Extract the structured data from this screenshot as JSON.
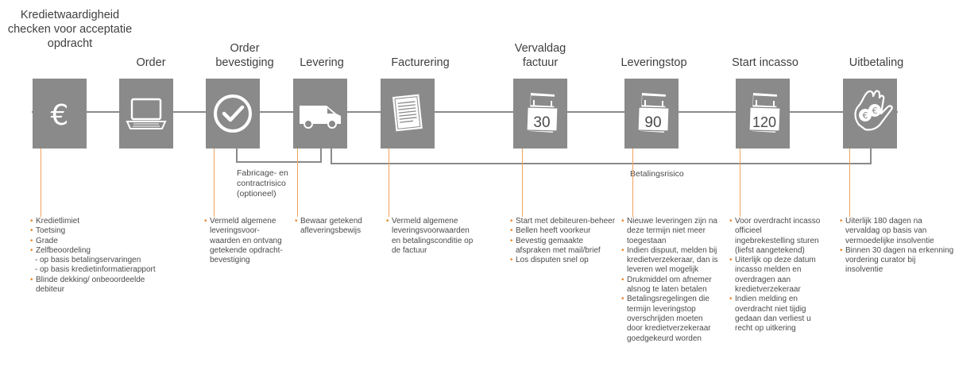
{
  "colors": {
    "box": "#8a8a8a",
    "accent": "#e8892e",
    "line": "#f0a35a"
  },
  "steps": [
    {
      "title": "Kredietwaardigheid checken voor acceptatie opdracht",
      "icon": "euro-icon"
    },
    {
      "title": "Order",
      "icon": "laptop-icon"
    },
    {
      "title": "Order bevestiging",
      "icon": "checkmark-icon"
    },
    {
      "title": "Levering",
      "icon": "van-icon"
    },
    {
      "title": "Facturering",
      "icon": "invoice-icon"
    },
    {
      "title": "Vervaldag factuur",
      "icon": "calendar-icon",
      "day": "30"
    },
    {
      "title": "Leveringstop",
      "icon": "calendar-icon",
      "day": "90"
    },
    {
      "title": "Start incasso",
      "icon": "calendar-icon",
      "day": "120"
    },
    {
      "title": "Uitbetaling",
      "icon": "hand-coins-icon"
    }
  ],
  "brackets": {
    "fabricage": "Fabricage- en contractrisico (optioneel)",
    "betaling": "Betalingsrisico"
  },
  "notes": [
    [
      "Kredietlimiet",
      "Toetsing",
      "Grade",
      "Zelfbeoordeling",
      "op basis betalingservaringen",
      "op basis kredietinformatierapport",
      "Blinde dekking/ onbeoordeelde debiteur"
    ],
    [
      "Vermeld algemene leveringsvoor-waarden en ontvang getekende opdracht-bevestiging"
    ],
    [
      "Bewaar getekend afleveringsbewijs"
    ],
    [
      "Vermeld algemene leveringsvoorwaarden en betalingsconditie op de factuur"
    ],
    [
      "Start met debiteuren-beheer",
      "Bellen heeft voorkeur",
      "Bevestig gemaakte afspraken met mail/brief",
      "Los disputen snel op"
    ],
    [
      "Nieuwe leveringen zijn na deze termijn niet meer toegestaan",
      "Indien dispuut, melden bij kredietverzekeraar, dan is leveren wel mogelijk",
      "Drukmiddel om afnemer alsnog te laten betalen",
      "Betalingsregelingen die termijn leveringstop overschrijden moeten door kredietverzekeraar goedgekeurd worden"
    ],
    [
      "Voor overdracht incasso officieel ingebrekestelling sturen (liefst aangetekend)",
      "Uiterlijk op deze datum incasso melden en overdragen aan kredietverzekeraar",
      "Indien melding en overdracht niet tijdig gedaan dan verliest u recht op uitkering"
    ],
    [
      "Uiterlijk 180 dagen na vervaldag op basis van vermoedelijke insolventie",
      "Binnen 30 dagen na erkenning vordering curator bij insolventie"
    ]
  ]
}
